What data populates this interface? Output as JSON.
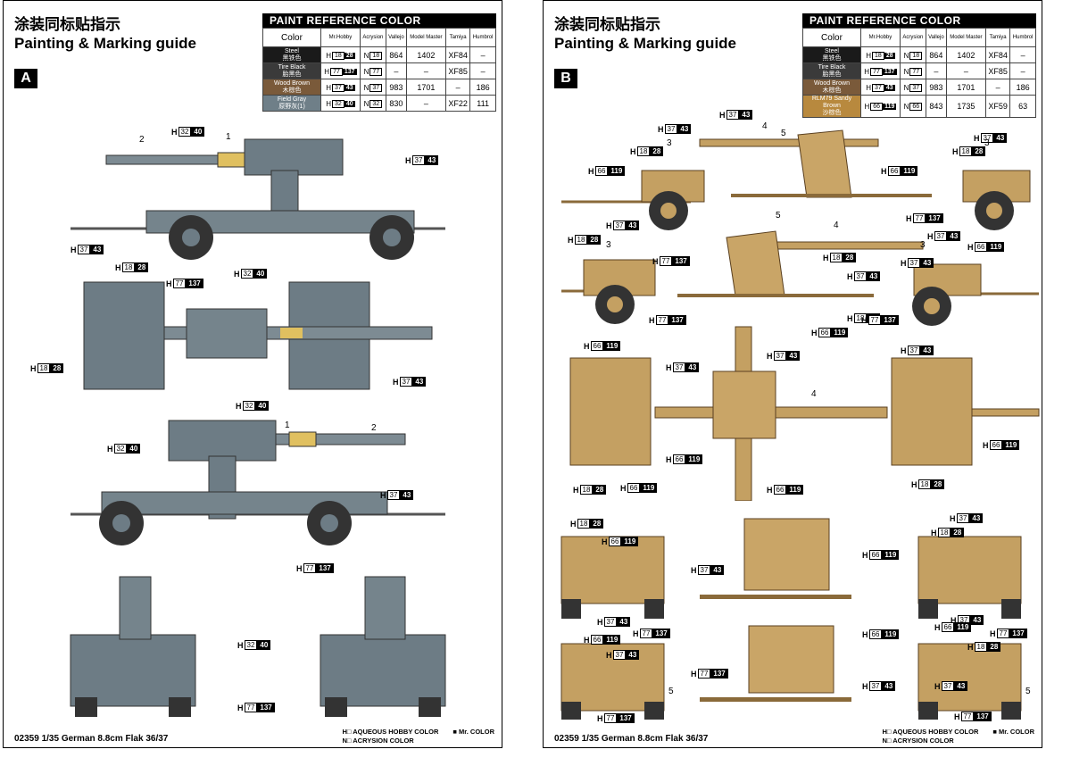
{
  "sheets": [
    {
      "title_cn": "涂装同标贴指示",
      "title_en": "Painting & Marking guide",
      "letter": "A",
      "paint_ref_title": "PAINT  REFERENCE COLOR",
      "headers": [
        "Color",
        "Mr.Hobby",
        "Acrysion",
        "Vallejo",
        "Model Master",
        "Tamiya",
        "Humbrol"
      ],
      "rows": [
        {
          "name": "Steel",
          "name_cn": "黑铁色",
          "color": "#1a1a1a",
          "text_color": "#ffffff",
          "hobby_prefix": "H",
          "hobby_num": "18",
          "hobby_code": "28",
          "acry_prefix": "N",
          "acry_num": "18",
          "vallejo": "864",
          "mm": "1402",
          "tamiya": "XF84",
          "humbrol": "–"
        },
        {
          "name": "Tire Black",
          "name_cn": "胎黑色",
          "color": "#3a3a3a",
          "text_color": "#ffffff",
          "hobby_prefix": "H",
          "hobby_num": "77",
          "hobby_code": "137",
          "acry_prefix": "N",
          "acry_num": "77",
          "vallejo": "–",
          "mm": "–",
          "tamiya": "XF85",
          "humbrol": "–"
        },
        {
          "name": "Wood Brown",
          "name_cn": "木棕色",
          "color": "#7a5a3a",
          "text_color": "#ffffff",
          "hobby_prefix": "H",
          "hobby_num": "37",
          "hobby_code": "43",
          "acry_prefix": "N",
          "acry_num": "37",
          "vallejo": "983",
          "mm": "1701",
          "tamiya": "–",
          "humbrol": "186"
        },
        {
          "name": "Field Gray",
          "name_cn": "原野灰(1)",
          "color": "#6f7f88",
          "text_color": "#ffffff",
          "hobby_prefix": "H",
          "hobby_num": "32",
          "hobby_code": "40",
          "acry_prefix": "N",
          "acry_num": "32",
          "vallejo": "830",
          "mm": "–",
          "tamiya": "XF22",
          "humbrol": "111"
        }
      ],
      "callouts": [
        {
          "pre": "H",
          "a": "32",
          "b": "40"
        },
        {
          "pre": "H",
          "a": "37",
          "b": "43"
        },
        {
          "pre": "H",
          "a": "37",
          "b": "43"
        },
        {
          "pre": "H",
          "a": "18",
          "b": "28"
        },
        {
          "pre": "H",
          "a": "77",
          "b": "137"
        },
        {
          "pre": "H",
          "a": "32",
          "b": "40"
        },
        {
          "pre": "H",
          "a": "18",
          "b": "28"
        },
        {
          "pre": "H",
          "a": "37",
          "b": "43"
        },
        {
          "pre": "H",
          "a": "32",
          "b": "40"
        },
        {
          "pre": "H",
          "a": "32",
          "b": "40"
        },
        {
          "pre": "H",
          "a": "37",
          "b": "43"
        },
        {
          "pre": "H",
          "a": "77",
          "b": "137"
        },
        {
          "pre": "H",
          "a": "32",
          "b": "40"
        },
        {
          "pre": "H",
          "a": "77",
          "b": "137"
        }
      ],
      "numbers": [
        "2",
        "1",
        "1",
        "2"
      ],
      "footer": "02359  1/35 German 8.8cm Flak 36/37",
      "legend_hobby": "H□ AQUEOUS HOBBY COLOR",
      "legend_mr": "■ Mr. COLOR",
      "legend_acry": "N□ ACRYSION COLOR"
    },
    {
      "title_cn": "涂装同标贴指示",
      "title_en": "Painting & Marking guide",
      "letter": "B",
      "paint_ref_title": "PAINT  REFERENCE COLOR",
      "headers": [
        "Color",
        "Mr.Hobby",
        "Acrysion",
        "Vallejo",
        "Model Master",
        "Tamiya",
        "Humbrol"
      ],
      "rows": [
        {
          "name": "Steel",
          "name_cn": "黑铁色",
          "color": "#1a1a1a",
          "text_color": "#ffffff",
          "hobby_prefix": "H",
          "hobby_num": "18",
          "hobby_code": "28",
          "acry_prefix": "N",
          "acry_num": "18",
          "vallejo": "864",
          "mm": "1402",
          "tamiya": "XF84",
          "humbrol": "–"
        },
        {
          "name": "Tire Black",
          "name_cn": "胎黑色",
          "color": "#3a3a3a",
          "text_color": "#ffffff",
          "hobby_prefix": "H",
          "hobby_num": "77",
          "hobby_code": "137",
          "acry_prefix": "N",
          "acry_num": "77",
          "vallejo": "–",
          "mm": "–",
          "tamiya": "XF85",
          "humbrol": "–"
        },
        {
          "name": "Wood Brown",
          "name_cn": "木棕色",
          "color": "#7a5a3a",
          "text_color": "#ffffff",
          "hobby_prefix": "H",
          "hobby_num": "37",
          "hobby_code": "43",
          "acry_prefix": "N",
          "acry_num": "37",
          "vallejo": "983",
          "mm": "1701",
          "tamiya": "–",
          "humbrol": "186"
        },
        {
          "name": "RLM79 Sandy Brown",
          "name_cn": "沙棕色",
          "color": "#b8893e",
          "text_color": "#ffffff",
          "hobby_prefix": "H",
          "hobby_num": "66",
          "hobby_code": "119",
          "acry_prefix": "N",
          "acry_num": "66",
          "vallejo": "843",
          "mm": "1735",
          "tamiya": "XF59",
          "humbrol": "63"
        }
      ],
      "callouts": [
        {
          "pre": "H",
          "a": "37",
          "b": "43"
        },
        {
          "pre": "H",
          "a": "37",
          "b": "43"
        },
        {
          "pre": "H",
          "a": "18",
          "b": "28"
        },
        {
          "pre": "H",
          "a": "66",
          "b": "119"
        },
        {
          "pre": "H",
          "a": "37",
          "b": "43"
        },
        {
          "pre": "H",
          "a": "18",
          "b": "28"
        },
        {
          "pre": "H",
          "a": "66",
          "b": "119"
        },
        {
          "pre": "H",
          "a": "37",
          "b": "43"
        },
        {
          "pre": "H",
          "a": "18",
          "b": "28"
        },
        {
          "pre": "H",
          "a": "77",
          "b": "137"
        },
        {
          "pre": "H",
          "a": "77",
          "b": "137"
        },
        {
          "pre": "H",
          "a": "66",
          "b": "119"
        },
        {
          "pre": "H",
          "a": "37",
          "b": "43"
        },
        {
          "pre": "H",
          "a": "18",
          "b": "28"
        },
        {
          "pre": "H",
          "a": "37",
          "b": "43"
        },
        {
          "pre": "H",
          "a": "37",
          "b": "43"
        },
        {
          "pre": "H",
          "a": "77",
          "b": "137"
        },
        {
          "pre": "H",
          "a": "18",
          "b": "28"
        },
        {
          "pre": "H",
          "a": "77",
          "b": "137"
        },
        {
          "pre": "H",
          "a": "66",
          "b": "119"
        },
        {
          "pre": "H",
          "a": "66",
          "b": "119"
        },
        {
          "pre": "H",
          "a": "37",
          "b": "43"
        },
        {
          "pre": "H",
          "a": "37",
          "b": "43"
        },
        {
          "pre": "H",
          "a": "37",
          "b": "43"
        },
        {
          "pre": "H",
          "a": "66",
          "b": "119"
        },
        {
          "pre": "H",
          "a": "66",
          "b": "119"
        },
        {
          "pre": "H",
          "a": "18",
          "b": "28"
        },
        {
          "pre": "H",
          "a": "66",
          "b": "119"
        },
        {
          "pre": "H",
          "a": "66",
          "b": "119"
        },
        {
          "pre": "H",
          "a": "18",
          "b": "28"
        },
        {
          "pre": "H",
          "a": "18",
          "b": "28"
        },
        {
          "pre": "H",
          "a": "37",
          "b": "43"
        },
        {
          "pre": "H",
          "a": "66",
          "b": "119"
        },
        {
          "pre": "H",
          "a": "37",
          "b": "43"
        },
        {
          "pre": "H",
          "a": "18",
          "b": "28"
        },
        {
          "pre": "H",
          "a": "66",
          "b": "119"
        },
        {
          "pre": "H",
          "a": "37",
          "b": "43"
        },
        {
          "pre": "H",
          "a": "77",
          "b": "137"
        },
        {
          "pre": "H",
          "a": "37",
          "b": "43"
        },
        {
          "pre": "H",
          "a": "77",
          "b": "137"
        },
        {
          "pre": "H",
          "a": "66",
          "b": "119"
        },
        {
          "pre": "H",
          "a": "37",
          "b": "43"
        },
        {
          "pre": "H",
          "a": "66",
          "b": "119"
        },
        {
          "pre": "H",
          "a": "77",
          "b": "137"
        },
        {
          "pre": "H",
          "a": "66",
          "b": "119"
        },
        {
          "pre": "H",
          "a": "18",
          "b": "28"
        },
        {
          "pre": "H",
          "a": "37",
          "b": "43"
        },
        {
          "pre": "H",
          "a": "77",
          "b": "137"
        },
        {
          "pre": "H",
          "a": "37",
          "b": "43"
        },
        {
          "pre": "H",
          "a": "77",
          "b": "137"
        }
      ],
      "numbers": [
        "4",
        "5",
        "3",
        "3",
        "5",
        "4",
        "3",
        "3",
        "4",
        "5",
        "5"
      ],
      "footer": "02359  1/35 German 8.8cm Flak 36/37",
      "legend_hobby": "H□ AQUEOUS HOBBY COLOR",
      "legend_mr": "■ Mr. COLOR",
      "legend_acry": "N□ ACRYSION COLOR"
    }
  ]
}
